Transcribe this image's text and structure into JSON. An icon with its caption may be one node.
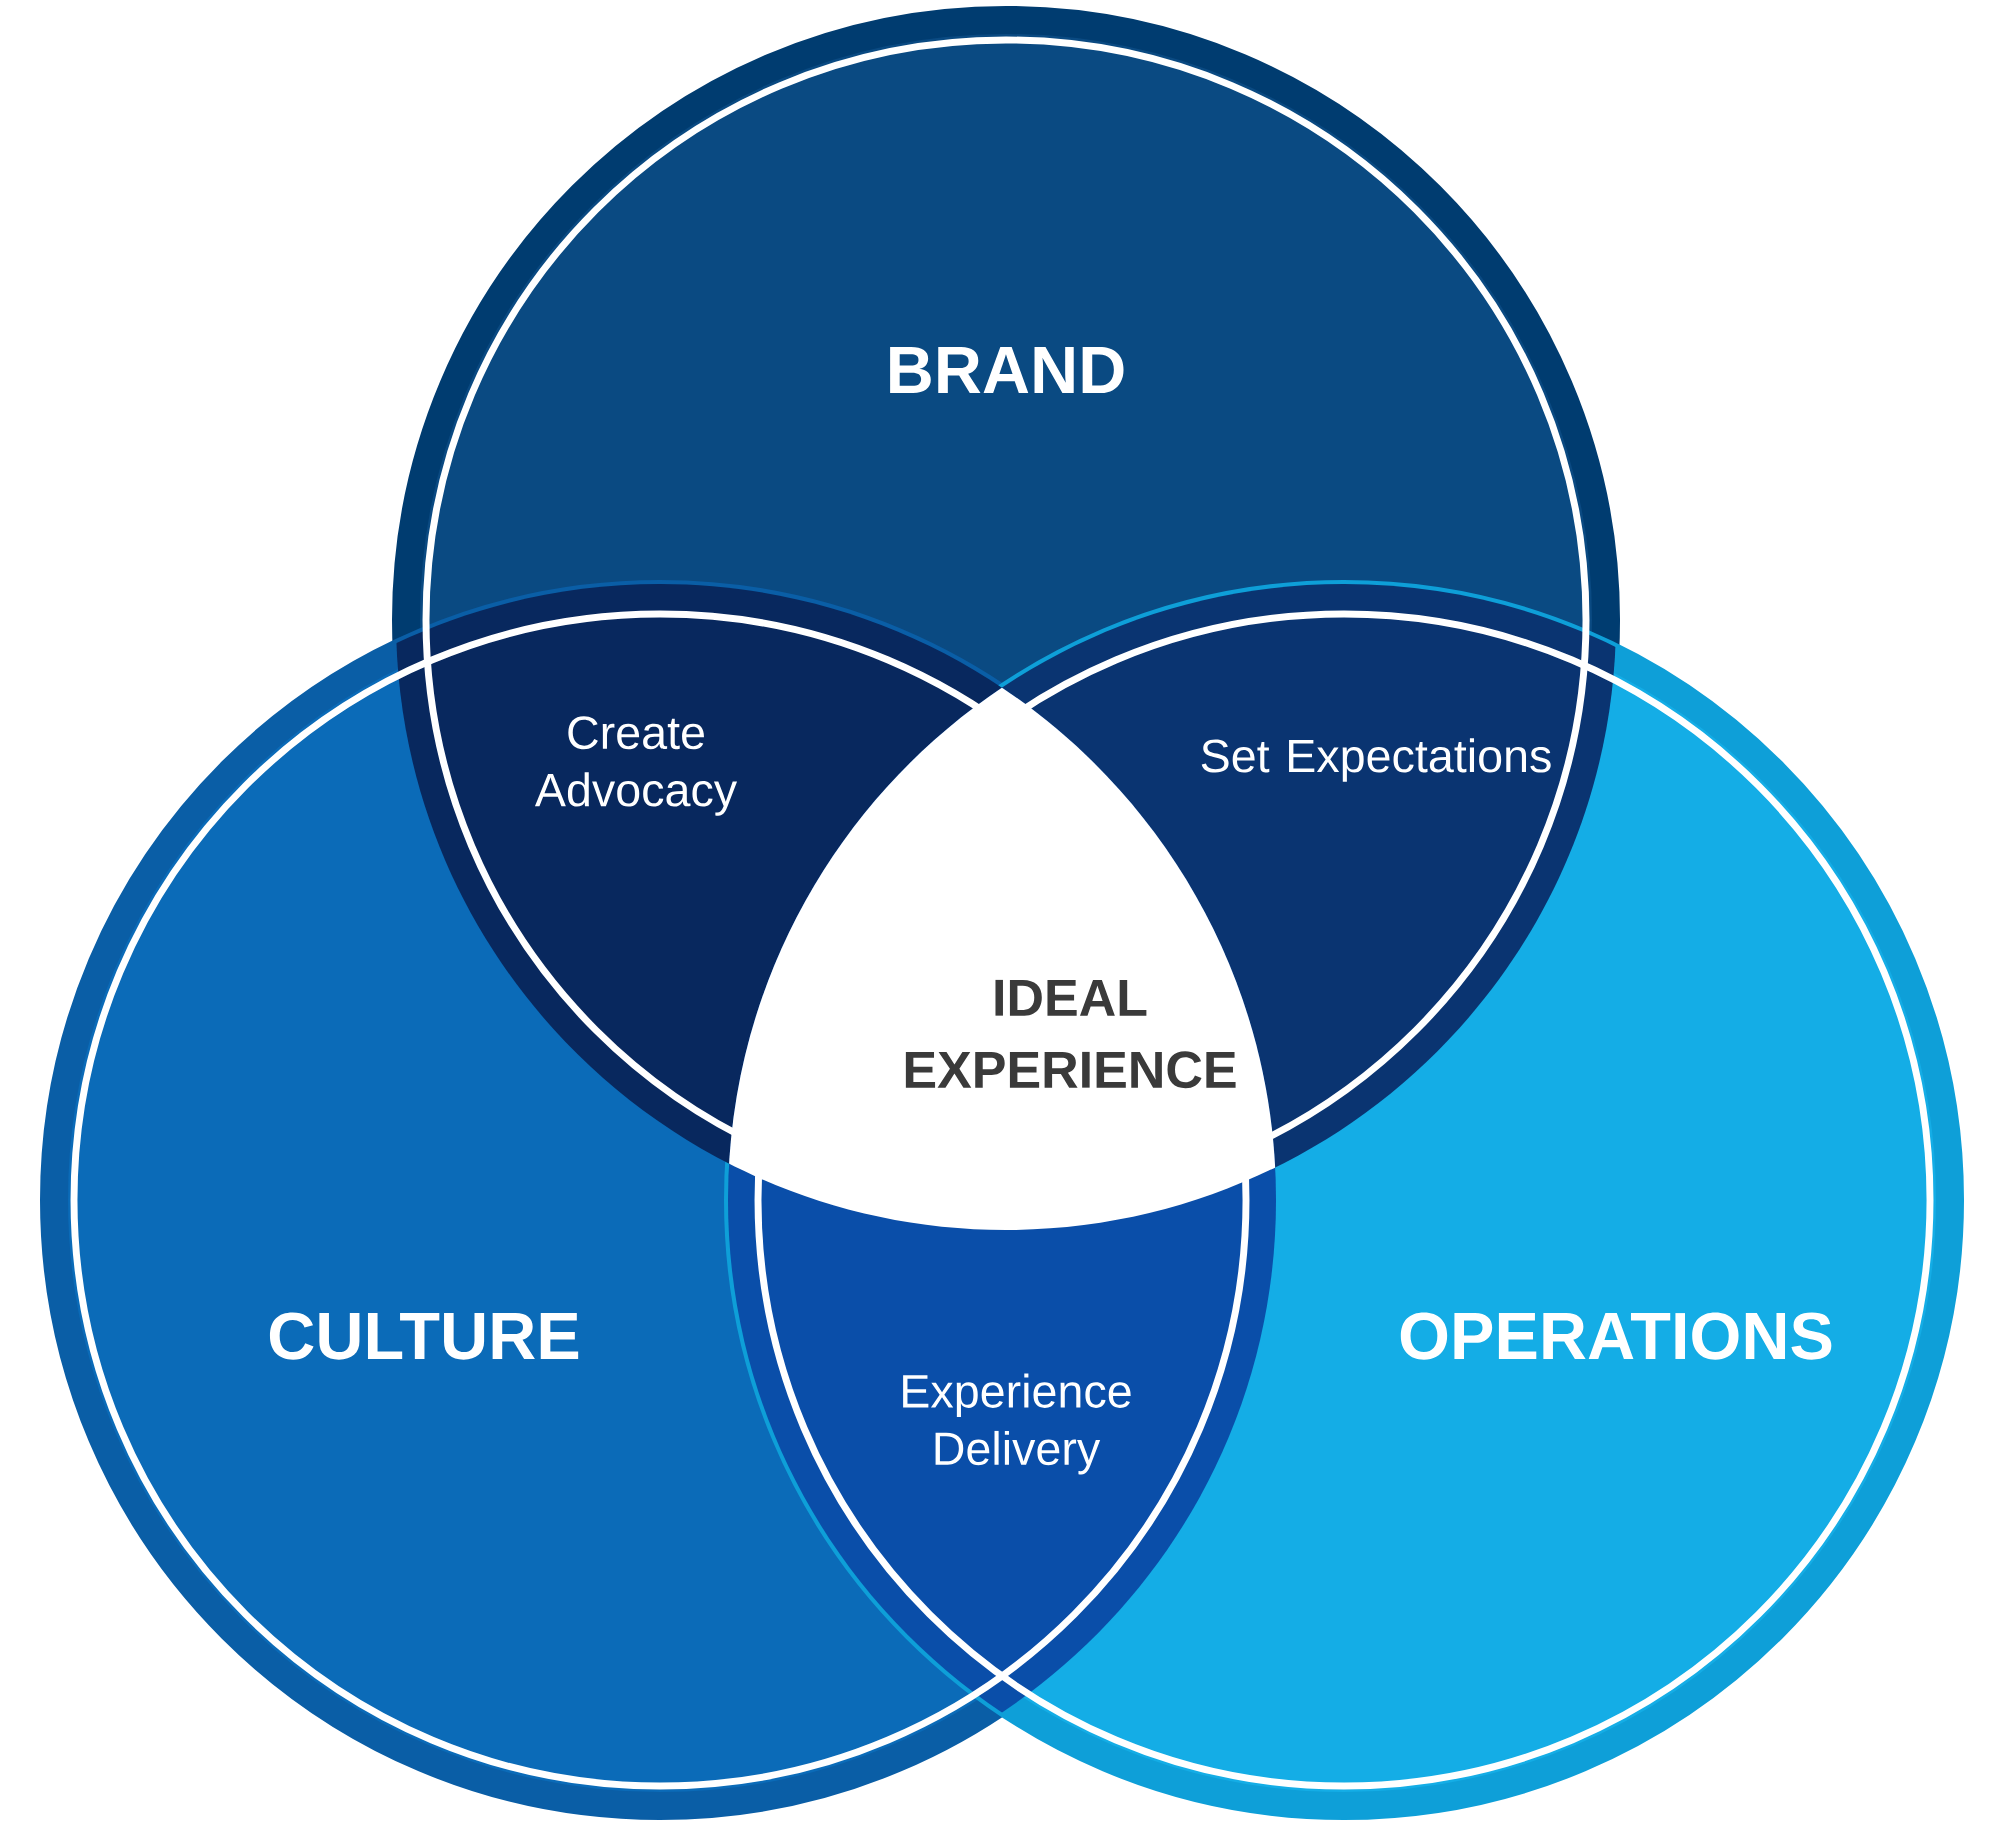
{
  "diagram": {
    "nodes": [
      {
        "text": [
          "BRAND"
        ]
      },
      {
        "text": [
          "Create Advocacy"
        ]
      },
      {
        "text": [
          "Set Expectations"
        ]
      },
      {
        "text": [
          "IDEAL EXPERIENCE"
        ]
      },
      {
        "text": [
          "CULTURE"
        ]
      },
      {
        "text": [
          "Experience Delivery"
        ]
      },
      {
        "text": [
          "OPERATIONS"
        ]
      }
    ]
  }
}
